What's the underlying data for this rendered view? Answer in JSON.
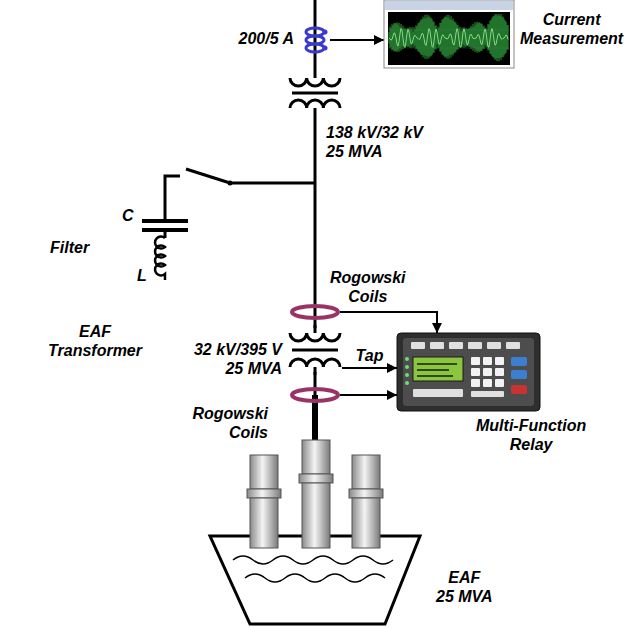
{
  "diagram": {
    "nodes": [
      {
        "text": [
          "200/5 A"
        ]
      },
      {
        "text": [
          "Current Measurement"
        ]
      },
      {
        "text": [
          "Rogowski Coils"
        ]
      },
      {
        "text": [
          "EAF Transformer",
          "32 kV/395 V 25 MVA"
        ]
      },
      {
        "text": [
          "Multi-Function Relay"
        ]
      },
      {
        "text": [
          "Rogowski Coils"
        ]
      },
      {
        "text": [
          "EAF 25 MVA"
        ]
      }
    ],
    "edges": [
      {
        "from": 0,
        "to": 1,
        "arrow": "to"
      },
      {
        "from": 2,
        "to": 4,
        "arrow": "to"
      },
      {
        "from": 3,
        "to": 4,
        "label": "Tap",
        "arrow": "to"
      },
      {
        "from": 5,
        "to": 4,
        "arrow": "to"
      }
    ],
    "labels": [
      "138 kV/32 kV 25 MVA",
      "Filter",
      "C",
      "L"
    ]
  }
}
